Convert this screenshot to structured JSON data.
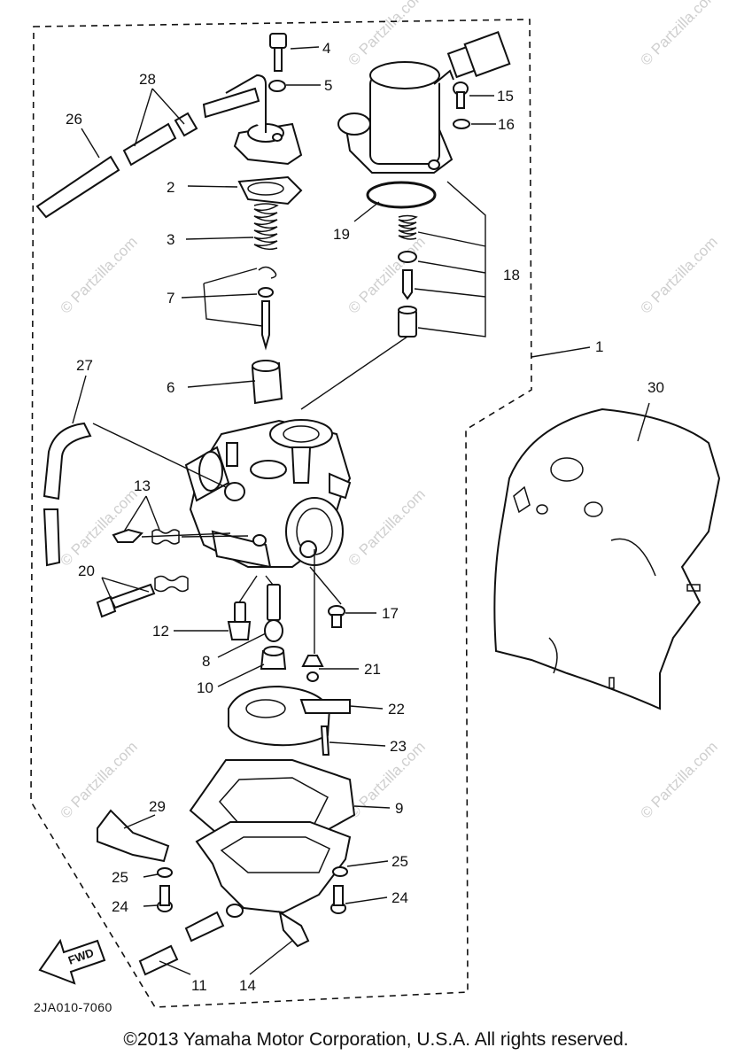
{
  "diagram": {
    "callouts": {
      "c1": "1",
      "c2": "2",
      "c3": "3",
      "c4": "4",
      "c5": "5",
      "c6": "6",
      "c7": "7",
      "c8": "8",
      "c9": "9",
      "c10": "10",
      "c11": "11",
      "c12": "12",
      "c13": "13",
      "c14": "14",
      "c15": "15",
      "c16": "16",
      "c17": "17",
      "c18": "18",
      "c19": "19",
      "c20": "20",
      "c21": "21",
      "c22": "22",
      "c23": "23",
      "c24a": "24",
      "c24b": "24",
      "c25a": "25",
      "c25b": "25",
      "c26": "26",
      "c27": "27",
      "c28": "28",
      "c29": "29",
      "c30": "30"
    },
    "fwd_label": "FWD",
    "diagram_code": "2JA010-7060",
    "watermark": "© Partzilla.com"
  },
  "footer": {
    "copyright": "©2013  Yamaha Motor Corporation, U.S.A. All rights reserved."
  }
}
